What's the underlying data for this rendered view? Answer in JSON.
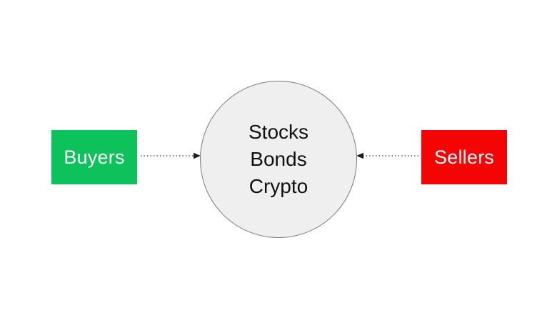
{
  "diagram": {
    "buyers": {
      "label": "Buyers"
    },
    "sellers": {
      "label": "Sellers"
    },
    "market": {
      "lines": [
        "Stocks",
        "Bonds",
        "Crypto"
      ]
    },
    "arrows": [
      {
        "name": "buyers-to-market",
        "from": "Buyers",
        "to": "market",
        "style": "dotted",
        "direction": "right"
      },
      {
        "name": "sellers-to-market",
        "from": "Sellers",
        "to": "market",
        "style": "dotted",
        "direction": "left"
      }
    ]
  },
  "colors": {
    "background": "#ffffff",
    "buyers-green": "#0dc25a",
    "sellers-red": "#f40404",
    "node-fill": "#efefef",
    "node-border": "#7a7a7a",
    "node-text": "#111111",
    "label-text": "#ffffff",
    "arrow": "#1c1c1c"
  }
}
